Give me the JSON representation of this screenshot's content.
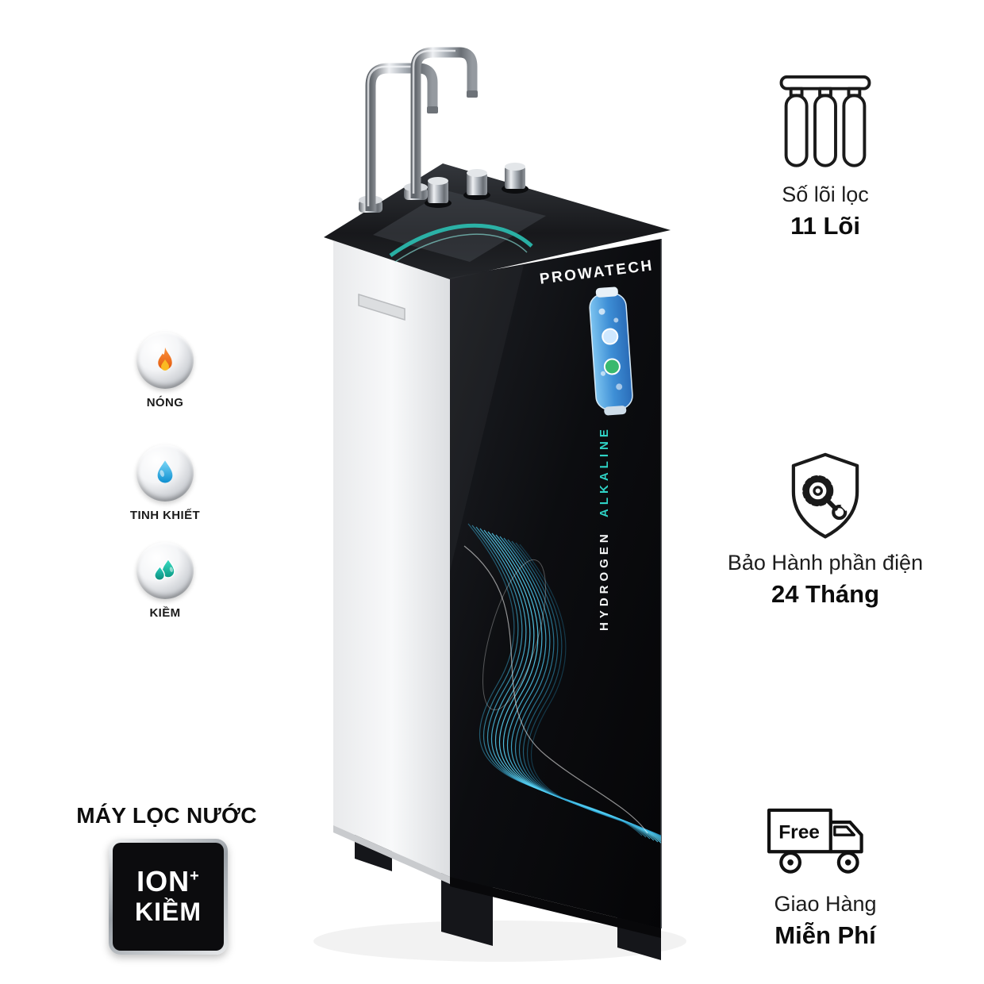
{
  "product": {
    "brand": "PROWATECH",
    "vertical_text": {
      "white": "HYDROGEN",
      "teal": "ALKALINE"
    }
  },
  "left_column": {
    "badges": [
      {
        "icon": "flame-icon",
        "label": "NÓNG"
      },
      {
        "icon": "water-drop-icon",
        "label": "TINH KHIẾT"
      },
      {
        "icon": "alkaline-drops-icon",
        "label": "KIỀM"
      }
    ],
    "product_title": "MÁY LỌC NƯỚC",
    "ion_badge": {
      "line1": "ION",
      "plus": "+",
      "line2": "KIỀM"
    }
  },
  "right_column": {
    "features": [
      {
        "icon": "filter-cartridges-icon",
        "label": "Số lõi lọc",
        "value": "11 Lõi"
      },
      {
        "icon": "warranty-shield-icon",
        "label": "Bảo Hành phần điện",
        "value": "24 Tháng"
      },
      {
        "icon": "delivery-truck-icon",
        "truck_badge": "Free",
        "label": "Giao Hàng",
        "value": "Miễn Phí"
      }
    ]
  },
  "colors": {
    "teal_accent": "#2bc0b2",
    "wave_blue": "#4cc8ef",
    "flame_orange": "#f97316",
    "drop_blue": "#0e8fd0",
    "panel_black": "#0b0c0e"
  }
}
